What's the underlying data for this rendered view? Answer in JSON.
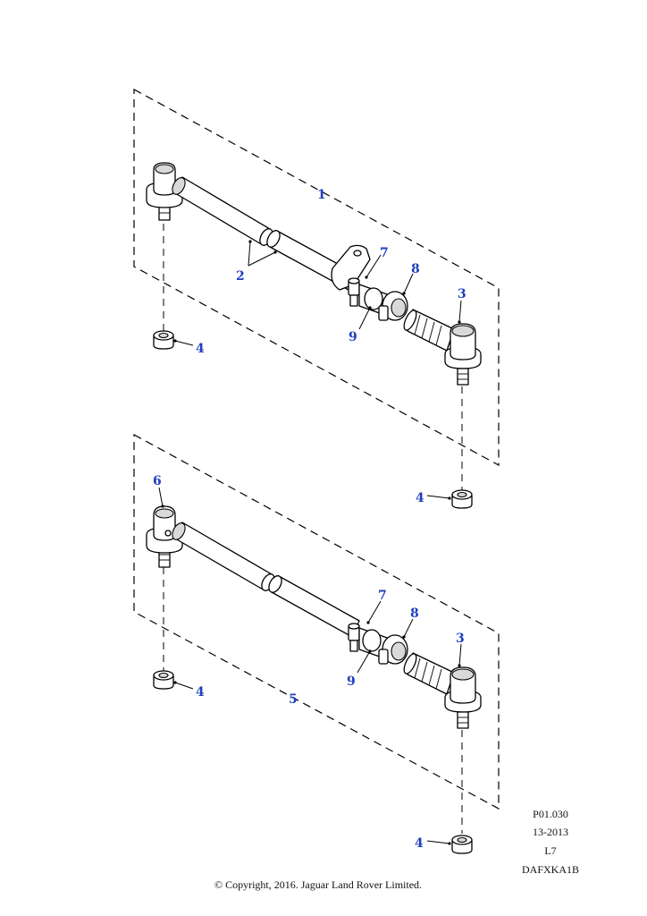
{
  "title": "",
  "callouts": {
    "upper": {
      "c1": "1",
      "c2": "2",
      "c3": "3",
      "c4a": "4",
      "c4b": "4",
      "c7": "7",
      "c8": "8",
      "c9": "9"
    },
    "lower": {
      "c3": "3",
      "c4a": "4",
      "c4b": "4",
      "c5": "5",
      "c6": "6",
      "c7": "7",
      "c8": "8",
      "c9": "9"
    }
  },
  "reference": {
    "page_code": "P01.030",
    "date_code": "13-2013",
    "level": "L7",
    "illustration_id": "DAFXKA1B"
  },
  "copyright": "© Copyright, 2016. Jaguar Land Rover Limited.",
  "colors": {
    "callout": "#1f3fbf",
    "line": "#000000"
  }
}
